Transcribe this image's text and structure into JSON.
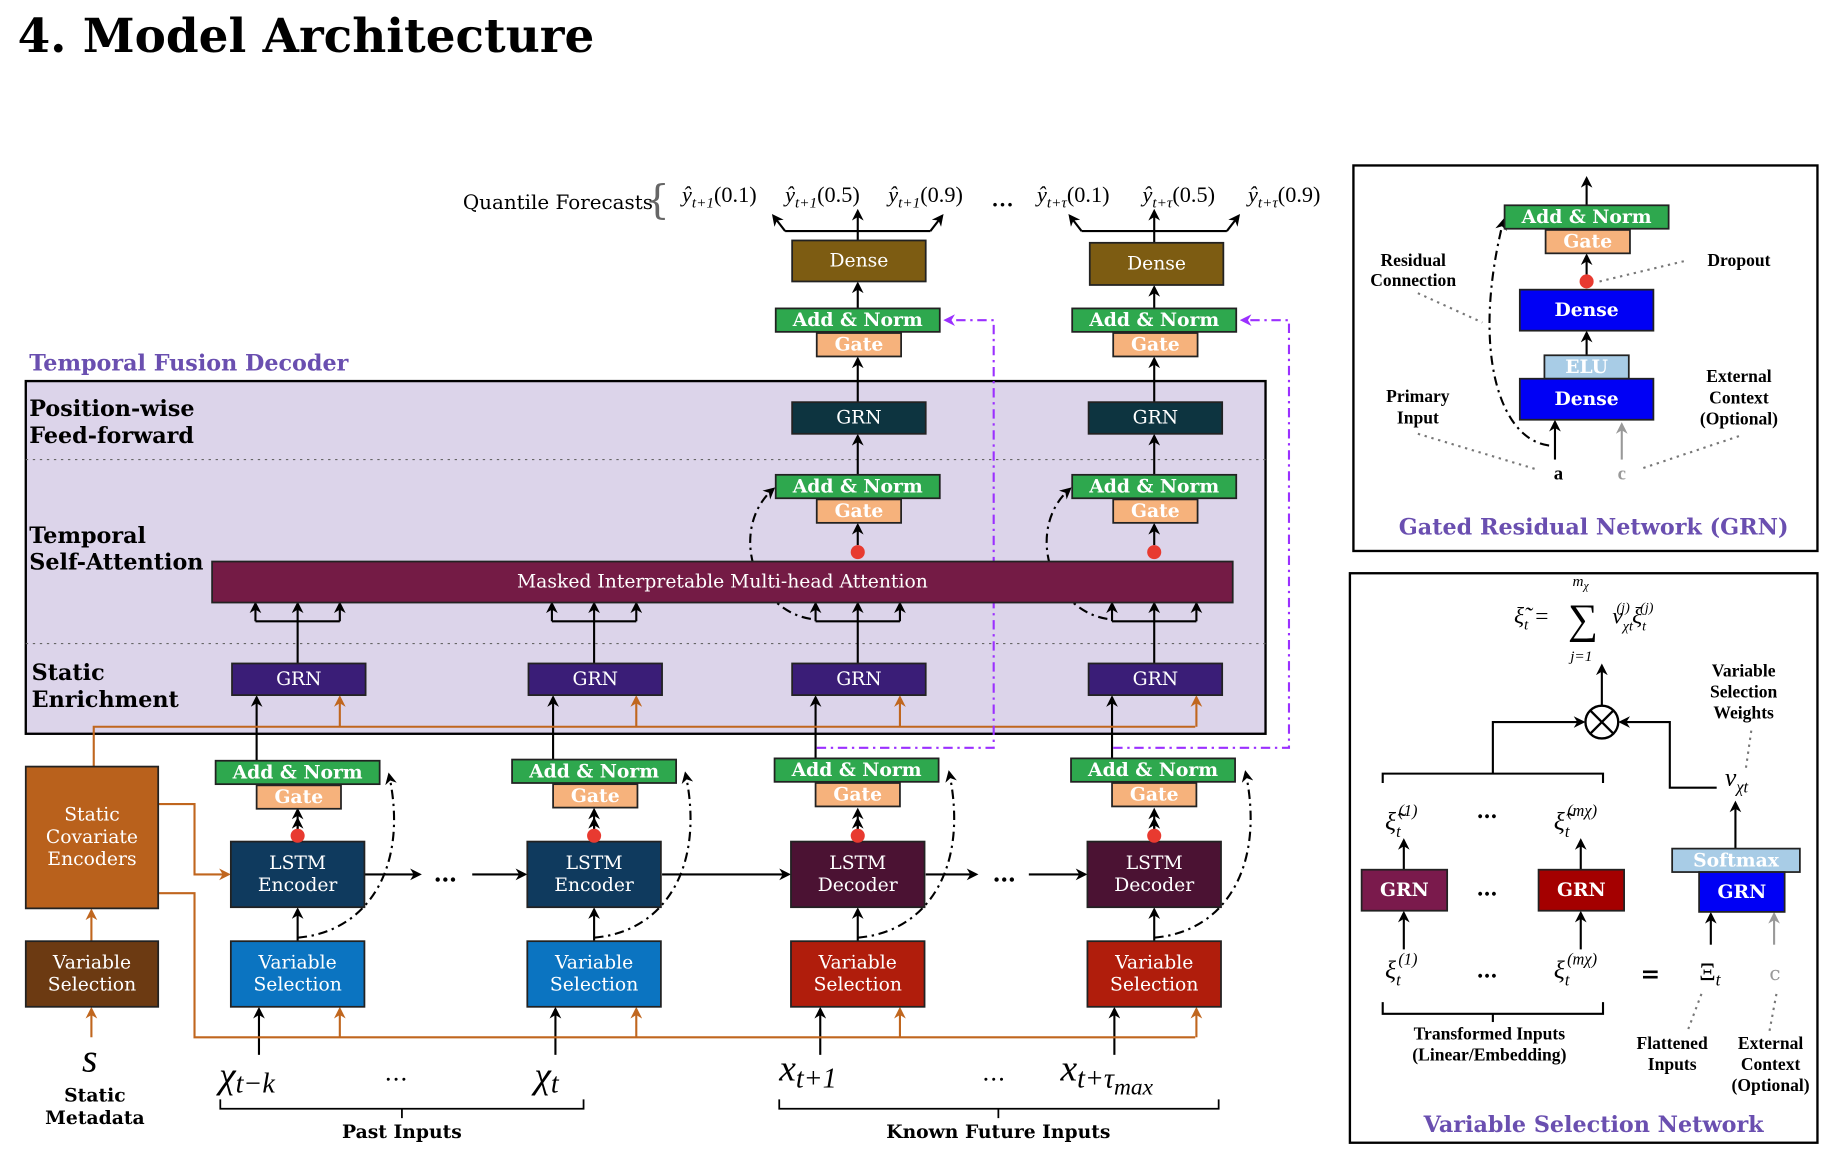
{
  "title": "4.  Model Architecture",
  "labels": {
    "add_norm": "Add & Norm",
    "gate": "Gate",
    "dense": "Dense",
    "grn": "GRN",
    "elu": "ELU",
    "softmax": "Softmax",
    "lstm_encoder": [
      "LSTM",
      "Encoder"
    ],
    "lstm_decoder": [
      "LSTM",
      "Decoder"
    ],
    "variable_selection": [
      "Variable",
      "Selection"
    ],
    "static_covariate_encoders": [
      "Static",
      "Covariate",
      "Encoders"
    ],
    "attention": "Masked Interpretable Multi-head Attention"
  },
  "decoder": {
    "title": "Temporal Fusion Decoder",
    "layers": [
      [
        "Position-wise",
        "Feed-forward"
      ],
      [
        "Temporal",
        "Self-Attention"
      ],
      [
        "Static",
        "Enrichment"
      ]
    ]
  },
  "forecasts": {
    "label": "Quantile Forecasts",
    "ellipsis": "…",
    "items": [
      {
        "base": "ŷ",
        "sub": "t+1",
        "q": "(0.1)"
      },
      {
        "base": "ŷ",
        "sub": "t+1",
        "q": "(0.5)"
      },
      {
        "base": "ŷ",
        "sub": "t+1",
        "q": "(0.9)"
      },
      {
        "base": "ŷ",
        "sub": "t+τ",
        "q": "(0.1)"
      },
      {
        "base": "ŷ",
        "sub": "t+τ",
        "q": "(0.5)"
      },
      {
        "base": "ŷ",
        "sub": "t+τ",
        "q": "(0.9)"
      }
    ]
  },
  "inputs": {
    "static_symbol": "s",
    "static_label": [
      "Static",
      "Metadata"
    ],
    "past": [
      {
        "base": "χ",
        "sub": "t−k"
      },
      {
        "base": "χ",
        "sub": "t"
      }
    ],
    "future": [
      {
        "base": "x",
        "sub": "t+1"
      },
      {
        "base": "x",
        "sub": "t+τ",
        "subsub": "max"
      }
    ],
    "ellipsis": "…",
    "past_label": "Past Inputs",
    "future_label": "Known Future Inputs"
  },
  "grn_panel": {
    "title": "Gated Residual Network (GRN)",
    "residual": [
      "Residual",
      "Connection"
    ],
    "dropout": "Dropout",
    "primary": [
      "Primary",
      "Input"
    ],
    "external": [
      "External",
      "Context",
      "(Optional)"
    ],
    "a": "a",
    "c": "c"
  },
  "vsn_panel": {
    "title": "Variable Selection Network",
    "formula": {
      "lhs": "ξ̃",
      "lhs_sub": "t",
      "eq": "=",
      "sum": "∑",
      "upper": "m",
      "upper_sub": "χ",
      "lower": "j=1",
      "v": "v",
      "v_sub": "χt",
      "v_sup": "(j)",
      "xi": "ξ",
      "xi_sub": "t",
      "xi_sup": "(j)"
    },
    "weights_label": [
      "Variable",
      "Selection",
      "Weights"
    ],
    "v_label": {
      "base": "v",
      "sub": "χt"
    },
    "xi_tilde_1": {
      "base": "ξ̃",
      "sub": "t",
      "sup": "(1)"
    },
    "xi_tilde_m": {
      "base": "ξ̃",
      "sub": "t",
      "sup": "(mχ)"
    },
    "xi_1": {
      "base": "ξ",
      "sub": "t",
      "sup": "(1)"
    },
    "xi_m": {
      "base": "ξ",
      "sub": "t",
      "sup": "(mχ)"
    },
    "ellipsis": "…",
    "equals": "=",
    "Xi": {
      "base": "Ξ",
      "sub": "t"
    },
    "c": "c",
    "transformed": [
      "Transformed Inputs",
      "(Linear/Embedding)"
    ],
    "flattened": [
      "Flattened",
      "Inputs"
    ],
    "external": [
      "External",
      "Context",
      "(Optional)"
    ],
    "times_symbol": "⊗"
  },
  "colors": {
    "add_norm": "#2ea84e",
    "gate": "#f6b27c",
    "dense_out": "#7d5c12",
    "grn_static": "#3a1d77",
    "grn_ff": "#0d3440",
    "lstm_encoder": "#0f3a5e",
    "lstm_decoder": "#4b1233",
    "vs_past": "#0b74c1",
    "vs_future": "#b01d0c",
    "static_cov": "#b9611c",
    "vs_static": "#6c3a12",
    "attention": "#741b45",
    "panel_bg": "#dcd4ea",
    "title_purple": "#6a4fb0",
    "orange_line": "#c0661e",
    "purple_dash": "#9b30ff",
    "grn_blue": "#0000f5",
    "light_blue": "#a8cce6",
    "vsn_grn1": "#7a1a4c",
    "vsn_grn2": "#a40000",
    "dropout_dot": "#e83a30"
  }
}
